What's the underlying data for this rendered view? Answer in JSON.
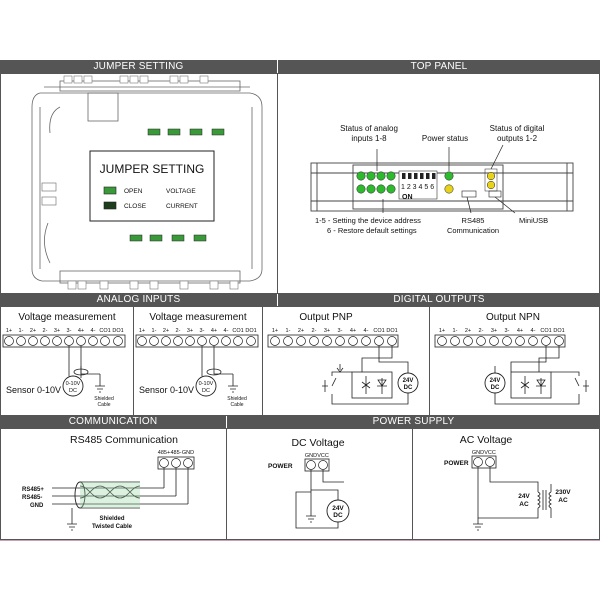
{
  "sections": {
    "jumper": "JUMPER SETTING",
    "top": "TOP PANEL",
    "analog": "ANALOG INPUTS",
    "digital": "DIGITAL OUTPUTS",
    "comm": "COMMUNICATION",
    "power": "POWER SUPPLY"
  },
  "jumper": {
    "title": "JUMPER SETTING",
    "open": "OPEN",
    "close": "CLOSE",
    "voltage": "VOLTAGE",
    "current": "CURRENT"
  },
  "top": {
    "analog_status": [
      "Status of analog",
      "inputs 1-8"
    ],
    "power_status": "Power status",
    "digital_status": [
      "Status of digital",
      "outputs 1-2"
    ],
    "dip_numbers": "1 2 3 4 5 6",
    "dip_on": "ON",
    "addr_note": [
      "1-5 - Setting the device address",
      "6 - Restore default settings"
    ],
    "rs485": [
      "RS485",
      "Communication"
    ],
    "miniusb": "MiniUSB"
  },
  "analog": {
    "left_title": "Voltage measurement",
    "right_title": "Voltage measurement",
    "terminals": [
      "1+",
      "1-",
      "2+",
      "2-",
      "3+",
      "3-",
      "4+",
      "4-",
      "CO1",
      "DO1"
    ],
    "sensor": "Sensor 0-10V",
    "source": [
      "0-10V",
      "DC"
    ],
    "shielded": [
      "Shielded",
      "Cable"
    ]
  },
  "digital": {
    "pnp_title": "Output PNP",
    "npn_title": "Output NPN",
    "terminals": [
      "1+",
      "1-",
      "2+",
      "2-",
      "3+",
      "3-",
      "4+",
      "4-",
      "CO1",
      "DO1"
    ],
    "supply": [
      "24V",
      "DC"
    ]
  },
  "comm": {
    "title": "RS485 Communication",
    "terminals": [
      "485+",
      "485-",
      "GND"
    ],
    "wires": [
      "RS485+",
      "RS485-",
      "GND"
    ],
    "cable": [
      "Shielded",
      "Twisted Cable"
    ]
  },
  "power": {
    "dc_title": "DC Voltage",
    "ac_title": "AC Voltage",
    "power_label": "POWER",
    "terminals": [
      "GND",
      "VCC"
    ],
    "dc_source": [
      "24V",
      "DC"
    ],
    "ac_secondary": [
      "24V",
      "AC"
    ],
    "ac_primary": [
      "230V",
      "AC"
    ]
  }
}
